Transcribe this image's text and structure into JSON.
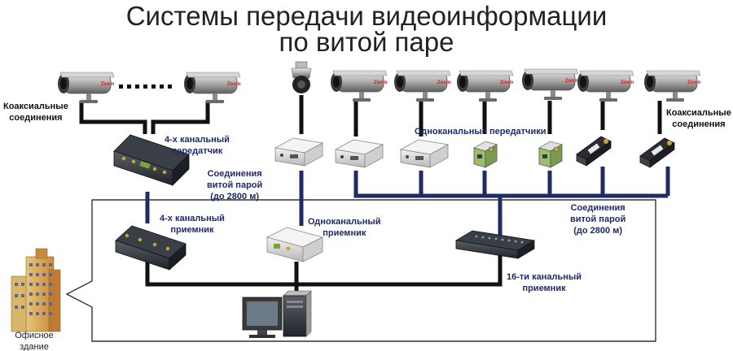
{
  "title": {
    "line1": "Системы передачи видеоинформации",
    "line2": "по витой паре"
  },
  "labels": {
    "coax_left": [
      "Коаксиальные",
      "соединения"
    ],
    "coax_right": [
      "Коаксиальные",
      "соединения"
    ],
    "tx4": [
      "4-х канальный",
      "передатчик"
    ],
    "twisted_top": [
      "Соединения",
      "витой парой",
      "(до 2800 м)"
    ],
    "single_tx": "Одноканальные  передатчики",
    "twisted_right": [
      "Соединения",
      "витой парой",
      "(до 2800 м)"
    ],
    "rx4": [
      "4-х канальный",
      "приемник"
    ],
    "single_rx": [
      "Одноканальный",
      "приемник"
    ],
    "rx16": [
      "16-ти канальный",
      "приемник"
    ],
    "office": [
      "Офисное",
      "здание"
    ]
  },
  "colors": {
    "navy_line": "#1f2a68",
    "black_line": "#111111",
    "label_navy": "#1f2a68",
    "camera_red": "#c82020"
  }
}
